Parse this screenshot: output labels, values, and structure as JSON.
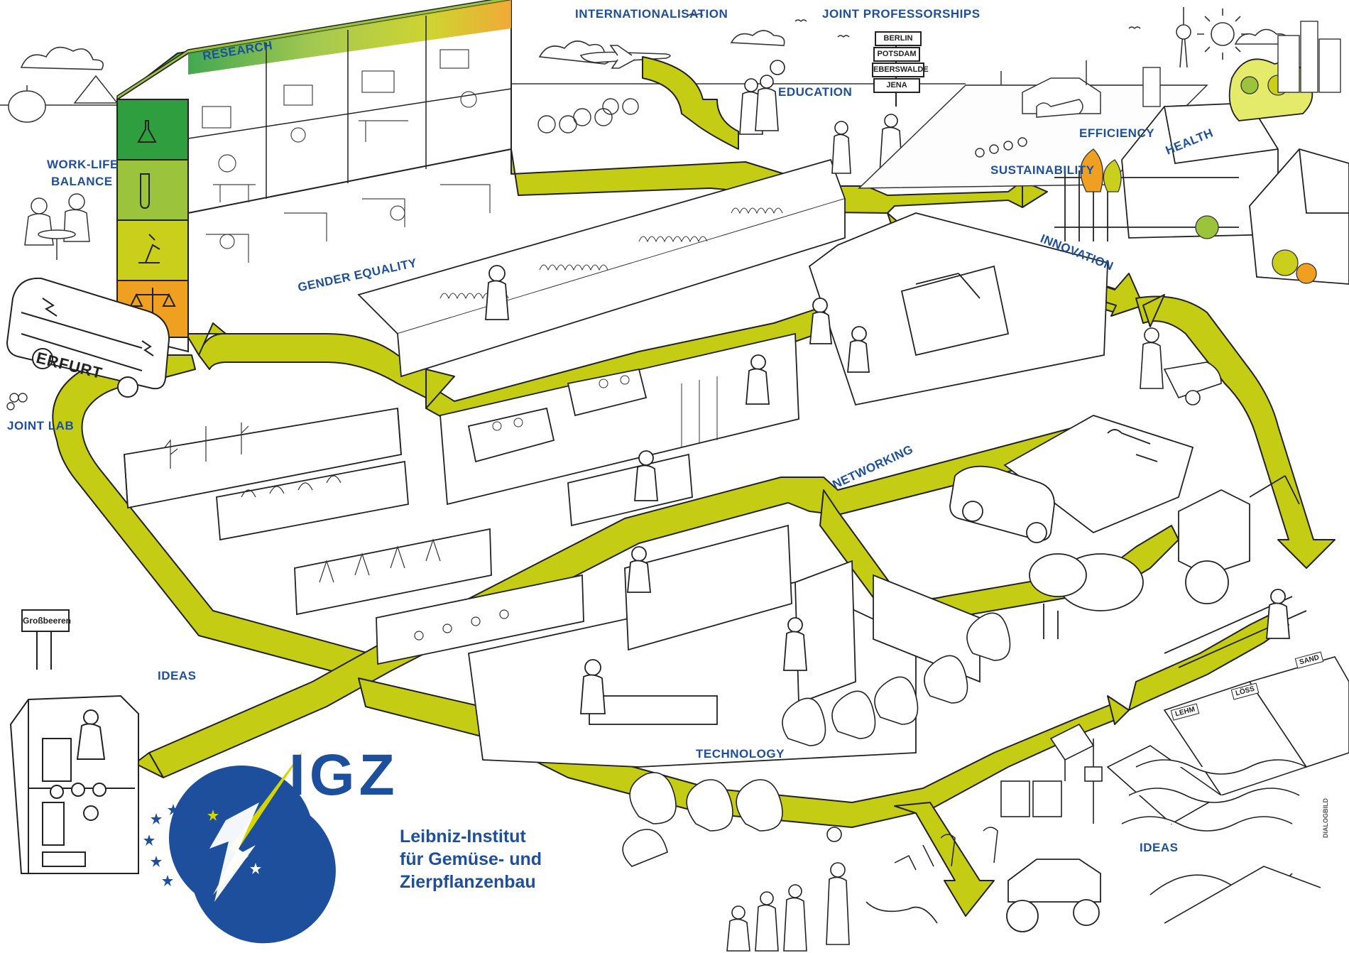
{
  "labels": {
    "internationalisation": "INTERNATIONALISATION",
    "joint_professorships": "JOINT PROFESSORSHIPS",
    "research": "RESEARCH",
    "education": "EDUCATION",
    "efficiency": "EFFICIENCY",
    "health": "HEALTH",
    "sustainability": "SUSTAINABILITY",
    "work_life_balance_1": "WORK-LIFE",
    "work_life_balance_2": "BALANCE",
    "gender_equality": "GENDER EQUALITY",
    "innovation": "INNOVATION",
    "networking": "NETWORKING",
    "joint_lab": "JOINT LAB",
    "ideas_left": "IDEAS",
    "technology": "TECHNOLOGY",
    "ideas_right": "IDEAS"
  },
  "signpost": [
    "BERLIN",
    "POTSDAM",
    "EBERSWALDE",
    "JENA"
  ],
  "bus_text": "ERFURT",
  "town_sign": "Großbeeren",
  "soil_signs": [
    "LEHM",
    "LÖSS",
    "SAND"
  ],
  "logo": {
    "abbr": "IGZ",
    "line1": "Leibniz-Institut",
    "line2": "für Gemüse- und",
    "line3": "Zierpflanzenbau",
    "blue": "#1d4f9c",
    "yellow": "#d4d400"
  },
  "credit": "DIALOGBILD",
  "colors": {
    "arrow_fill": "#c5cc14",
    "label_blue": "#1d4f9c",
    "research_green": "#2e9e3e",
    "research_light_green": "#9cc33c",
    "research_yellow": "#c9cf1a",
    "research_orange": "#f0a020",
    "line": "#222222"
  }
}
